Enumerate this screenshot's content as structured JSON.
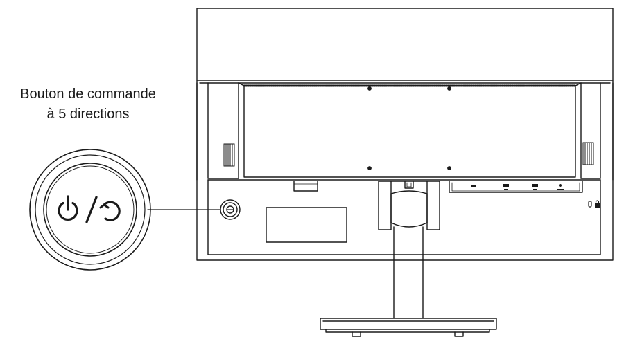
{
  "callout": {
    "line1": "Bouton de commande",
    "line2": "à 5 directions"
  },
  "icons": {
    "button_symbols": [
      "power-icon",
      "slash-separator",
      "back-arrow-icon"
    ],
    "side_icons": [
      "kensington-slot-icon",
      "lock-icon"
    ]
  },
  "colors": {
    "stroke": "#1a1a1a",
    "background": "#ffffff"
  }
}
